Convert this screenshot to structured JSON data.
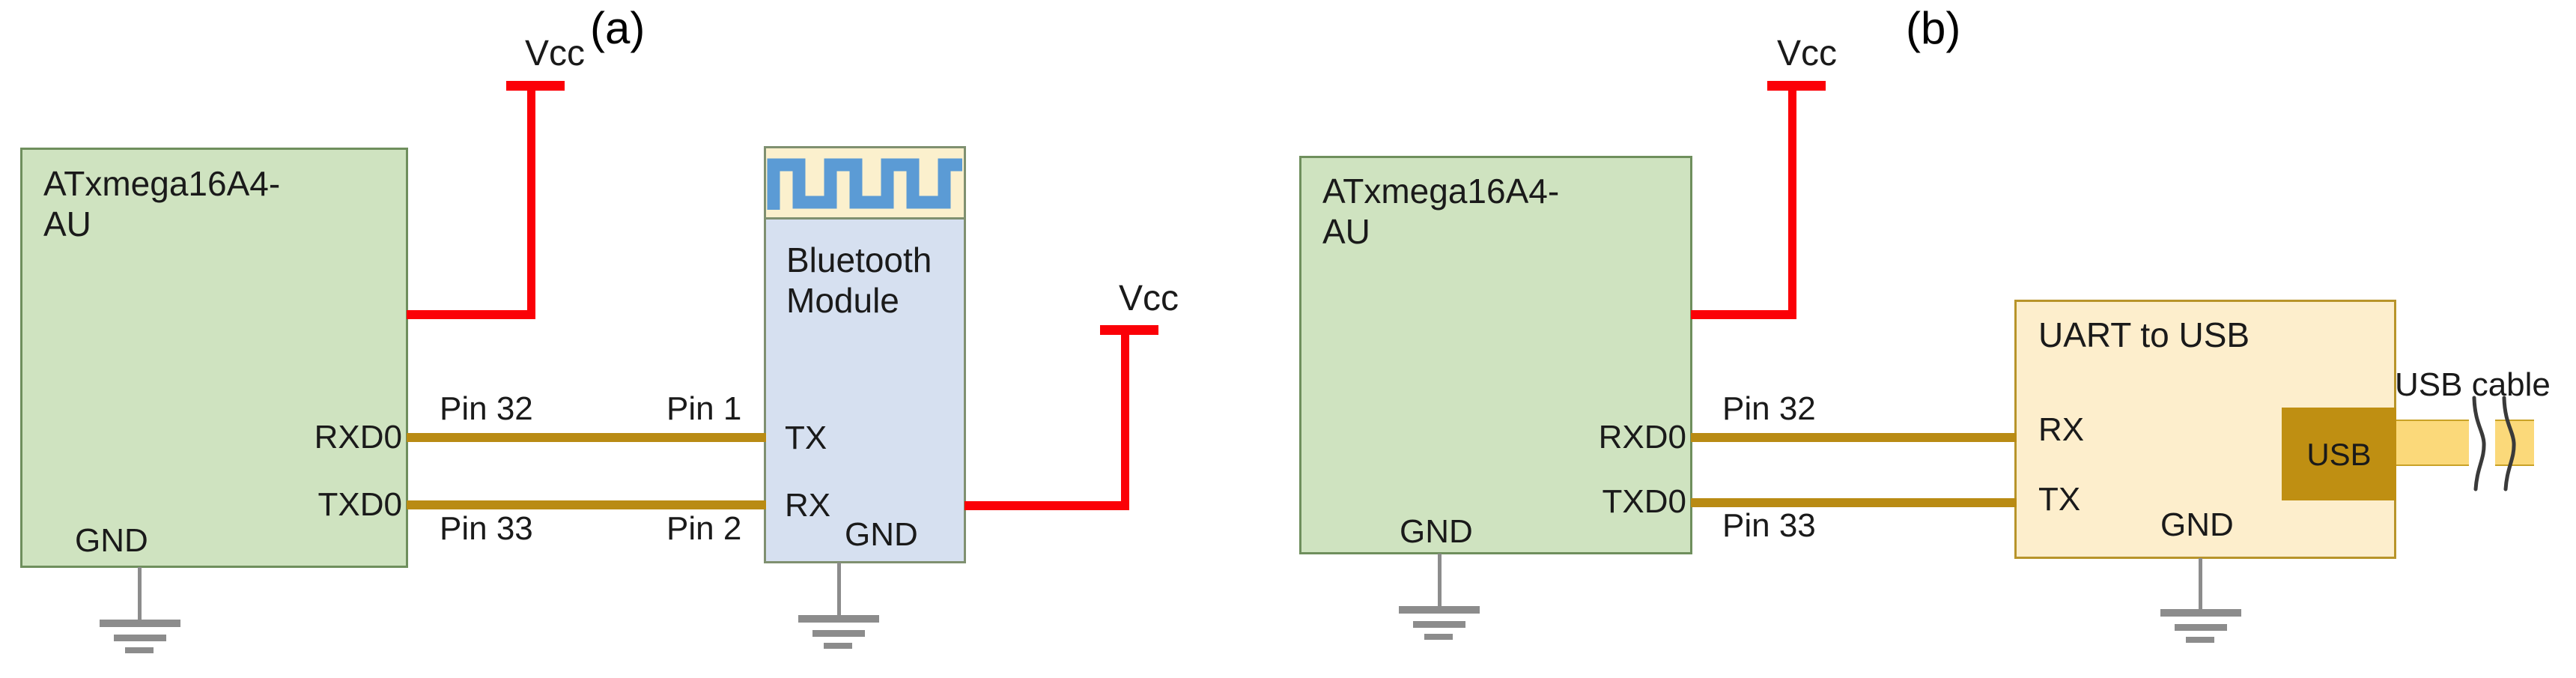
{
  "figure": {
    "panel_a_label": "(a)",
    "panel_b_label": "(b)"
  },
  "panel_a": {
    "mcu": {
      "name": "ATxmega16A4-\nAU",
      "pin_rx_label": "RXD0",
      "pin_tx_label": "TXD0",
      "gnd_label": "GND"
    },
    "power": {
      "vcc_label": "Vcc"
    },
    "bluetooth": {
      "name": "Bluetooth\nModule",
      "pin_tx_label": "TX",
      "pin_rx_label": "RX",
      "gnd_label": "GND",
      "vcc_label": "Vcc"
    },
    "connections": [
      {
        "from_pin": "RXD0",
        "to_pin": "TX",
        "left_label": "Pin 32",
        "right_label": "Pin 1"
      },
      {
        "from_pin": "TXD0",
        "to_pin": "RX",
        "left_label": "Pin 33",
        "right_label": "Pin 2"
      }
    ]
  },
  "panel_b": {
    "mcu": {
      "name": "ATxmega16A4-\nAU",
      "pin_rx_label": "RXD0",
      "pin_tx_label": "TXD0",
      "gnd_label": "GND"
    },
    "power": {
      "vcc_label": "Vcc"
    },
    "converter": {
      "name": "UART to USB",
      "pin_rx_label": "RX",
      "pin_tx_label": "TX",
      "gnd_label": "GND",
      "usb_connector_label": "USB",
      "cable_label": "USB cable"
    },
    "connections": [
      {
        "from_pin": "RXD0",
        "to_pin": "RX",
        "left_label": "Pin 32",
        "right_label": ""
      },
      {
        "from_pin": "TXD0",
        "to_pin": "TX",
        "left_label": "Pin 33",
        "right_label": ""
      }
    ]
  },
  "colors": {
    "mcu_fill": "#cfe3c0",
    "mcu_stroke": "#6f8f5d",
    "bt_body_fill": "#d6e0f0",
    "bt_antenna_fill": "#fbf0cd",
    "bt_antenna_trace": "#5b9bd5",
    "uart_fill": "#fdeecc",
    "uart_stroke": "#b8942a",
    "usb_connector_fill": "#bf8f12",
    "usb_cable_fill": "#fbd97a",
    "wire_signal": "#b98b14",
    "wire_power": "#fb0007",
    "wire_ground": "#8c8c8c",
    "text": "#1a1a1a"
  }
}
